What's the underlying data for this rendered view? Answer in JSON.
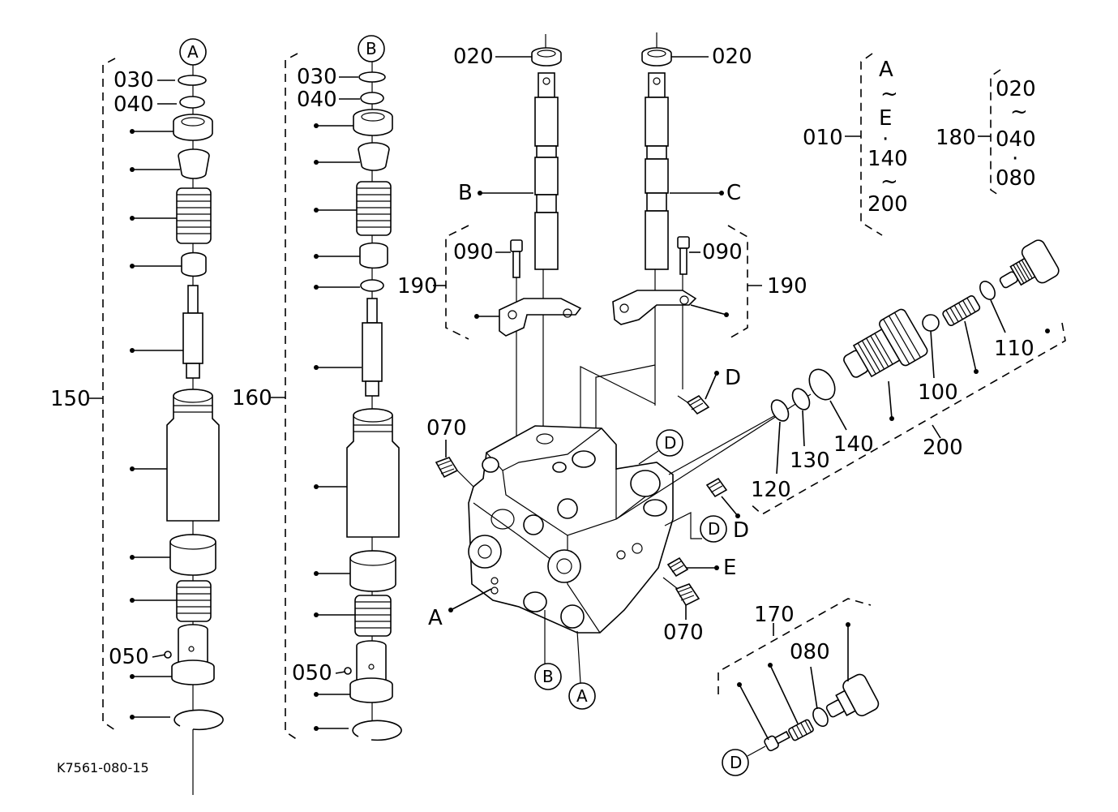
{
  "drawing_id": "K7561-080-15",
  "labels": {
    "a": "A",
    "b": "B",
    "c": "C",
    "d": "D",
    "e": "E",
    "p010": "010",
    "p020": "020",
    "p030": "030",
    "p040": "040",
    "p050": "050",
    "p070": "070",
    "p080": "080",
    "p090": "090",
    "p100": "100",
    "p110": "110",
    "p120": "120",
    "p130": "130",
    "p140": "140",
    "p150": "150",
    "p160": "160",
    "p170": "170",
    "p180": "180",
    "p190": "190",
    "p200": "200"
  },
  "legend_010": {
    "line1": "A",
    "tilde1": "~",
    "line2": "E",
    "dot": "·",
    "line3": "140",
    "tilde2": "~",
    "line4": "200"
  },
  "legend_180": {
    "line1": "020",
    "tilde": "~",
    "line2": "040",
    "dot": "·",
    "line3": "080"
  },
  "colors": {
    "ink": "#000000",
    "paper": "#ffffff"
  }
}
